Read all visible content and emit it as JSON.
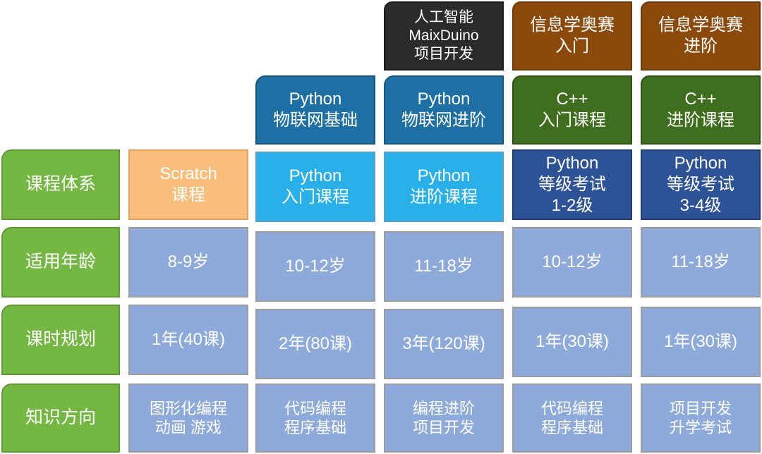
{
  "row_headers": {
    "course_system": "课程体系",
    "age": "适用年龄",
    "schedule": "课时规划",
    "knowledge": "知识方向"
  },
  "courses": {
    "scratch": "Scratch\n课程",
    "python_intro": "Python\n入门课程",
    "python_adv": "Python\n进阶课程",
    "python_exam_12": "Python\n等级考试\n1-2级",
    "python_exam_34": "Python\n等级考试\n3-4级",
    "iot_basic": "Python\n物联网基础",
    "iot_adv": "Python\n物联网进阶",
    "cpp_intro": "C++\n入门课程",
    "cpp_adv": "C++\n进阶课程",
    "ai_maixduino": "人工智能\nMaixDuino\n项目开发",
    "oi_intro": "信息学奥赛\n入门",
    "oi_adv": "信息学奥赛\n进阶"
  },
  "ages": [
    "8-9岁",
    "10-12岁",
    "11-18岁",
    "10-12岁",
    "11-18岁"
  ],
  "schedules": [
    "1年(40课)",
    "2年(80课)",
    "3年(120课)",
    "1年(30课)",
    "1年(30课)"
  ],
  "knowledge": [
    "图形化编程\n动画 游戏",
    "代码编程\n程序基础",
    "编程进阶\n项目开发",
    "代码编程\n程序基础",
    "项目开发\n升学考试"
  ]
}
